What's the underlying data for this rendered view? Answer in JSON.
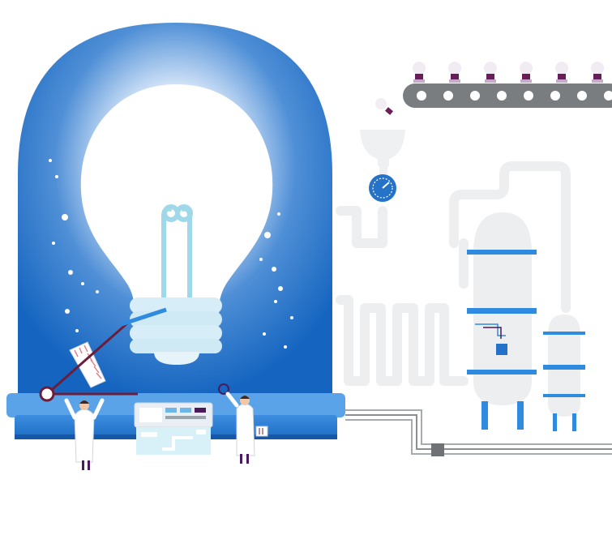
{
  "colors": {
    "dome_blue": "#1565c0",
    "dome_light": "#e3efff",
    "accent_cyan": "#1e88e5",
    "pale_pipe": "#eef0f2",
    "pipe_gray": "#d9dcdf",
    "dark_gray": "#7a7d80",
    "purple": "#4a1a5e",
    "bulb_glass": "#ffffff",
    "bulb_base": "#d7eef8",
    "filament": "#9fd8e8"
  },
  "illustration": {
    "subject": "light-bulb-factory",
    "conveyor_bulb_count": 6,
    "conveyor_roller_count": 8,
    "scientist_count": 2,
    "tank_count": 2
  }
}
